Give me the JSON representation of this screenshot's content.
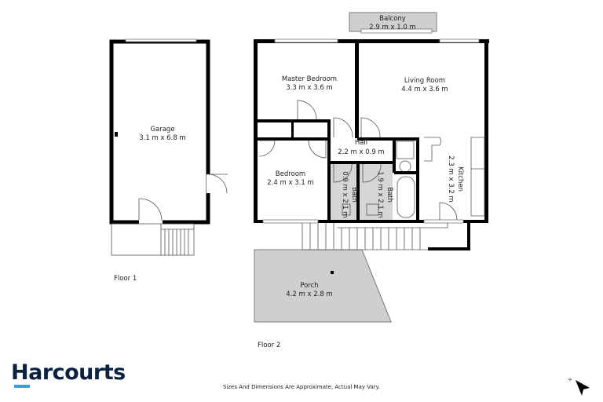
{
  "floors": [
    {
      "label": "Floor 1",
      "rooms": [
        {
          "name": "Garage",
          "size": "3.1 m x 6.8 m"
        }
      ]
    },
    {
      "label": "Floor 2",
      "rooms": [
        {
          "name": "Balcony",
          "size": "2.9 m x 1.0 m"
        },
        {
          "name": "Master Bedroom",
          "size": "3.3 m x 3.6 m"
        },
        {
          "name": "Living Room",
          "size": "4.4 m x 3.6 m"
        },
        {
          "name": "Hall",
          "size": "2.2 m x 0.9 m"
        },
        {
          "name": "Bedroom",
          "size": "2.4 m x 3.1 m"
        },
        {
          "name": "Bath",
          "size": "0.9 m x 2.1 m"
        },
        {
          "name": "Bath",
          "size": "1.9 m x 2.1 m"
        },
        {
          "name": "Kitchen",
          "size": "2.3 m x 3.2 m"
        },
        {
          "name": "Porch",
          "size": "4.2 m x 2.8 m"
        }
      ]
    }
  ],
  "brand": {
    "name": "Harcourts",
    "text_color": "#0b2340",
    "accent": "#2aa6df"
  },
  "disclaimer": "Sizes And Dimensions Are Approximate, Actual May Vary.",
  "compass": {
    "label": "N",
    "icon": "north-arrow-icon"
  },
  "colors": {
    "outdoor_fill": "#cfcfcf",
    "wet_area_fill": "#d6d6d6",
    "wall": "#000000"
  }
}
